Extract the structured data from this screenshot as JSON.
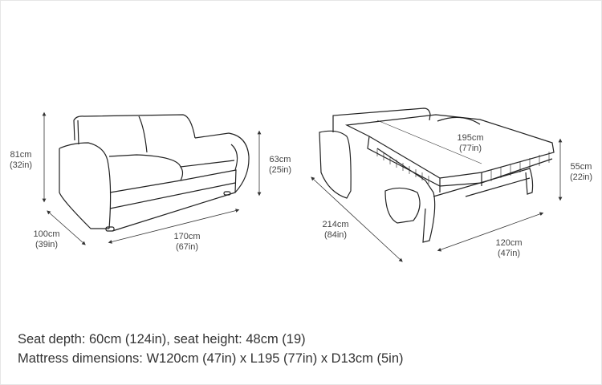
{
  "sofa": {
    "height": {
      "cm": "81cm",
      "in": "(32in)"
    },
    "seat_arm_height": {
      "cm": "63cm",
      "in": "(25in)"
    },
    "depth": {
      "cm": "100cm",
      "in": "(39in)"
    },
    "width": {
      "cm": "170cm",
      "in": "(67in)"
    }
  },
  "bed": {
    "length": {
      "cm": "195cm",
      "in": "(77in)"
    },
    "height": {
      "cm": "55cm",
      "in": "(22in)"
    },
    "total_length": {
      "cm": "214cm",
      "in": "(84in)"
    },
    "width": {
      "cm": "120cm",
      "in": "(47in)"
    }
  },
  "captions": {
    "seat": "Seat depth: 60cm (124in), seat height: 48cm (19)",
    "mattress": "Mattress dimensions: W120cm (47in) x L195 (77in) x D13cm (5in)"
  }
}
